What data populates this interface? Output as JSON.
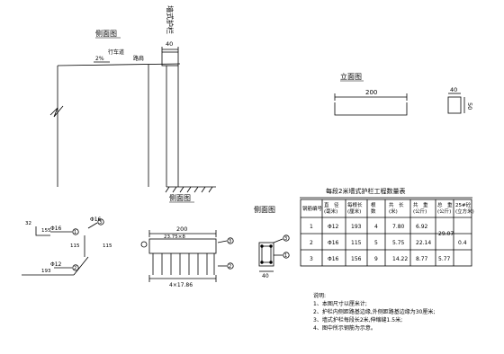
{
  "side_view": {
    "title": "侧面图",
    "wall_label": "墙式护栏",
    "dim_top": "40",
    "lane_label": "行车道",
    "shoulder_label": "路肩",
    "slope": "2%",
    "bottom_title": "侧面图"
  },
  "elevation": {
    "title": "立面图",
    "length": "200",
    "dim_a": "40",
    "dim_b": "50"
  },
  "rebars": {
    "r1_spec": "Φ16",
    "r1_num": "1",
    "r1_a": "32",
    "r1_b": "155",
    "r2_spec": "Φ12",
    "r2_num": "2",
    "r2_b": "193",
    "r3_spec": "Φ16",
    "r3_num": "3",
    "r3_h": "115",
    "r3_h2": "115"
  },
  "front": {
    "title": "侧面图",
    "length": "200",
    "spacing_top": "23.75×8",
    "spacing_bottom": "4×17.86",
    "num_a": "3",
    "num_b": "2"
  },
  "cross_section": {
    "title": "侧面图",
    "num_a": "3",
    "num_b": "1",
    "dim": "40"
  },
  "table": {
    "title": "每段2米墙式护栏工程数量表",
    "headers": [
      "钢筋编号",
      "直　径\n(毫米)",
      "每根长\n(厘米)",
      "根\n数",
      "共　长\n(米)",
      "共　重\n(公斤)",
      "总　重\n(公斤)",
      "25#砼\n(立方米)"
    ],
    "rows": [
      [
        "1",
        "Φ12",
        "193",
        "4",
        "7.80",
        "6.92",
        "",
        ""
      ],
      [
        "2",
        "Φ16",
        "115",
        "5",
        "5.75",
        "22.14",
        "",
        ""
      ],
      [
        "3",
        "Φ16",
        "156",
        "9",
        "14.22",
        "8.77",
        "",
        ""
      ]
    ],
    "total_weight": "29.07",
    "concrete": "0.4",
    "last_weight": "5.77"
  },
  "notes": {
    "heading": "说明:",
    "items": [
      "1、本图尺寸以厘米计;",
      "2、护栏内侧距路基边缘,外侧距路基边缘为30厘米;",
      "3、墙式护栏每段长2米,伸缩缝1.5米;",
      "4、图中所示钢筋为示意。"
    ]
  }
}
